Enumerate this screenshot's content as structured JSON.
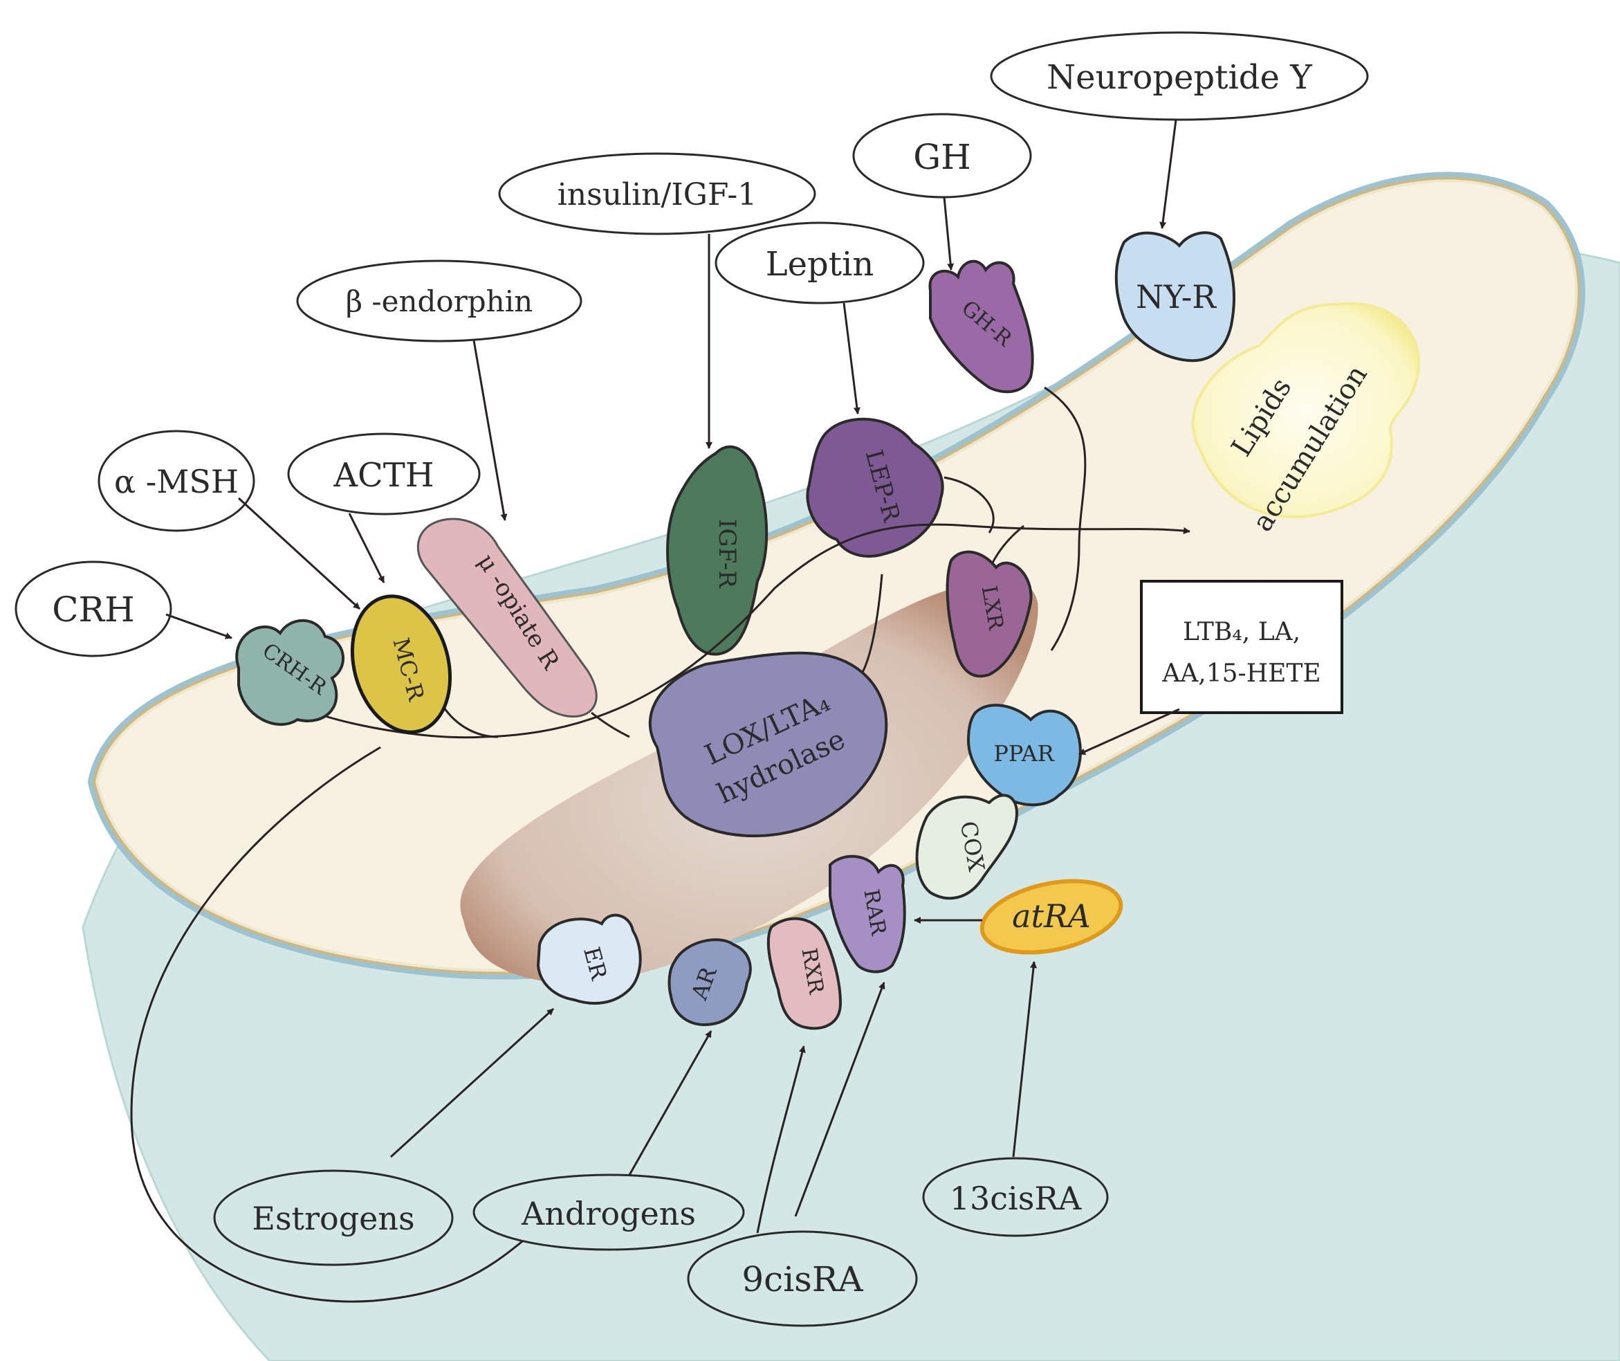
{
  "colors": {
    "background": "#ffffff",
    "cytoplasm_outer": "#d3e8e6",
    "cell_body": "#f6f1e1",
    "membrane": "#c9b88a",
    "membrane_blue": "#9cc3cf",
    "nucleus": "#cbab98",
    "nucleus_core": "#ddd0c6",
    "line": "#2a2222"
  },
  "ligands": {
    "crh": "CRH",
    "msh": "α -MSH",
    "acth": "ACTH",
    "endorphin": "β -endorphin",
    "insulin": "insulin/IGF-1",
    "leptin": "Leptin",
    "gh": "GH",
    "npy": "Neuropeptide Y",
    "estrogens": "Estrogens",
    "androgens": "Androgens",
    "cis9": "9cisRA",
    "cis13": "13cisRA"
  },
  "receptors": {
    "crhr": {
      "label": "CRH-R",
      "color": "#8fb5ab"
    },
    "mcr": {
      "label": "MC-R",
      "color": "#dcc444"
    },
    "opiate": {
      "label": "μ -opiate R",
      "color": "#e0b7bb"
    },
    "igfr": {
      "label": "IGF-R",
      "color": "#4d7a5b"
    },
    "lepr": {
      "label": "LEP-R",
      "color": "#7d5a93"
    },
    "ghr": {
      "label": "GH-R",
      "color": "#9a6aa6"
    },
    "nyr": {
      "label": "NY-R",
      "color": "#c6def0"
    },
    "lxr": {
      "label": "LXR",
      "color": "#9a6695"
    },
    "lox": {
      "label": "LOX/LTA₄",
      "label2": "hydrolase",
      "color": "#8e8cb7"
    },
    "ppar": {
      "label": "PPAR",
      "color": "#7cb9e3"
    },
    "cox": {
      "label": "COX",
      "color": "#e5eee0"
    },
    "rar": {
      "label": "RAR",
      "color": "#a68fc2"
    },
    "rxr": {
      "label": "RXR",
      "color": "#e3bcbf"
    },
    "ar": {
      "label": "AR",
      "color": "#8e9cc1"
    },
    "er": {
      "label": "ER",
      "color": "#dce9f4"
    }
  },
  "atra": {
    "label": "atRA",
    "color": "#f2c94c"
  },
  "lipids": {
    "line1": "Lipids",
    "line2": "accumulation",
    "color": "#fbf7c8"
  },
  "ltb_box": {
    "line1": "LTB₄, LA,",
    "line2": "AA,15-HETE"
  }
}
